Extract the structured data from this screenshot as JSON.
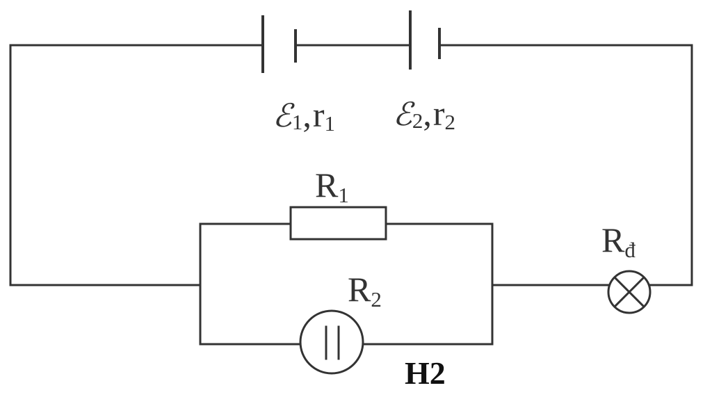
{
  "battery1": {
    "symbol": "ℰ",
    "sub": "1",
    "sep": ",",
    "r": "r",
    "r_sub": "1"
  },
  "battery2": {
    "symbol": "ℰ",
    "sub": "2",
    "sep": ",",
    "r": "r",
    "r_sub": "2"
  },
  "resistor1": {
    "label": "R",
    "sub": "1"
  },
  "resistor2": {
    "label": "R",
    "sub": "2"
  },
  "lamp": {
    "label": "R",
    "sub": "đ"
  },
  "figure": {
    "caption": "H2"
  },
  "icons": {
    "lamp": "lamp-cross-icon",
    "electrolytic_cell": "electrolytic-cell-icon",
    "resistor": "resistor-box-icon",
    "battery": "battery-cell-icon"
  }
}
